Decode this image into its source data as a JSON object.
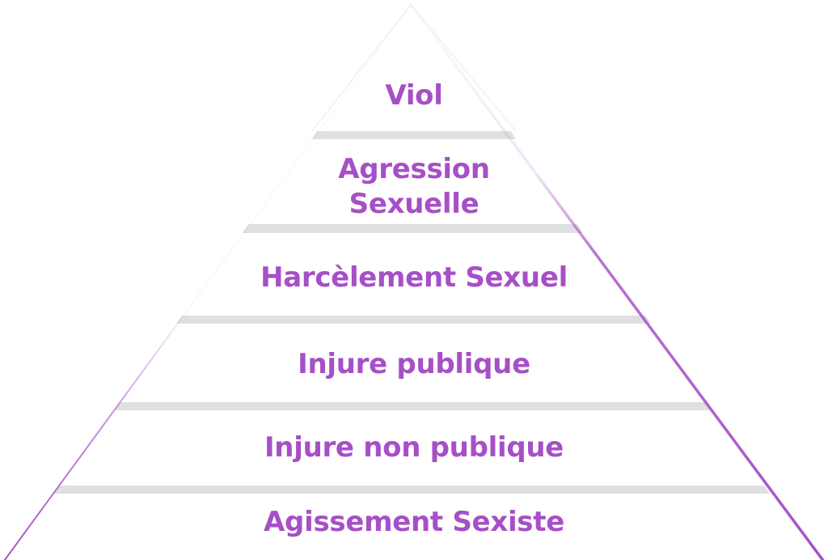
{
  "diagram": {
    "type": "pyramid",
    "colors": {
      "text": "#a64fc7",
      "edge": "#a64fc7",
      "separator": "#e0e0e0",
      "background": "#ffffff"
    },
    "levels": [
      {
        "rank": 1,
        "label": "Viol"
      },
      {
        "rank": 2,
        "label_line1": "Agression",
        "label_line2": "Sexuelle"
      },
      {
        "rank": 3,
        "label": "Harcèlement Sexuel"
      },
      {
        "rank": 4,
        "label": "Injure publique"
      },
      {
        "rank": 5,
        "label": "Injure non publique"
      },
      {
        "rank": 6,
        "label": "Agissement Sexiste"
      }
    ]
  }
}
